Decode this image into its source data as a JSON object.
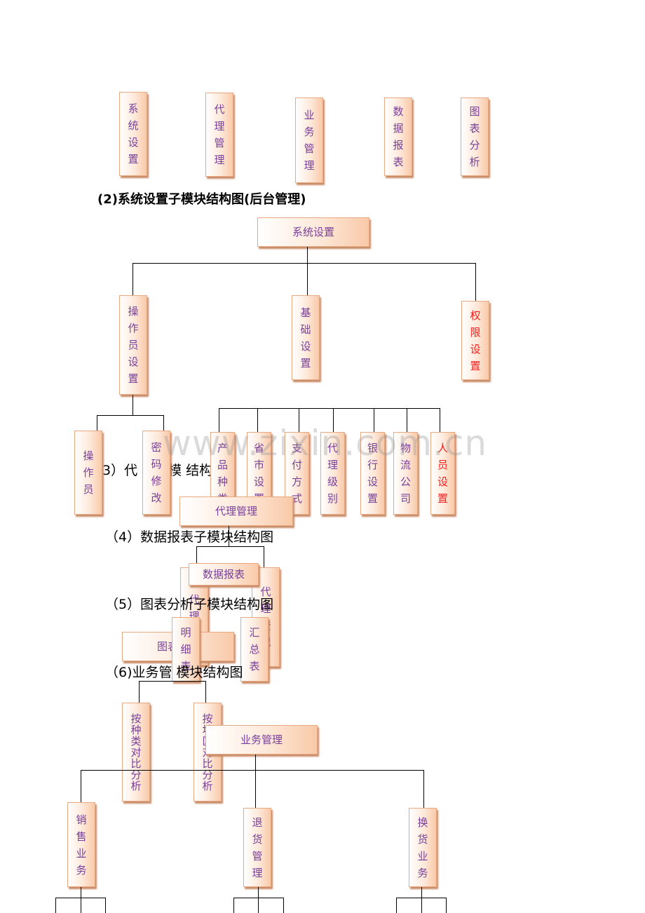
{
  "top_modules": [
    "系\n统\n设\n置",
    "代\n理\n管\n理",
    "业\n务\n管\n理",
    "数\n据\n报\n表",
    "图\n表\n分\n析"
  ],
  "headings": {
    "h2": "(2)系统设置子模块结构图(后台管理)",
    "h3": "3）代    理子模    结构图",
    "h4": "（4）数据报表子模块结构图",
    "h5": "（5）图表分析子模块结构图",
    "h6": "（6)业务管    模块结构图"
  },
  "system": {
    "root": "系统设置",
    "operator": "操\n作\n员\n设\n置",
    "basic": "基\n础\n设\n置",
    "permission": "权\n限\n设\n置",
    "op_children": [
      "操\n作\n员",
      "密\n码\n修\n改"
    ],
    "basic_children": [
      "产\n品\n种\n类",
      "省\n市\n设\n置",
      "支\n付\n方\n式",
      "代\n理\n级\n别",
      "银\n行\n设\n置",
      "物\n流\n公\n司",
      "人\n员\n设\n置"
    ]
  },
  "agent": {
    "root": "代理管理",
    "children": [
      "代\n理\n商",
      "代\n理\n登\n记"
    ]
  },
  "report": {
    "root": "数据报表",
    "children": [
      "明\n细\n表",
      "汇\n总\n表"
    ]
  },
  "chart": {
    "root": "图表分析",
    "children": [
      "按\n种\n类\n对\n比\n分\n析",
      "按\n地\n区\n对\n比\n分\n析"
    ]
  },
  "business": {
    "root": "业务管理",
    "children": [
      "销\n售\n业\n务",
      "退\n货\n管\n理",
      "换\n货\n业\n务"
    ]
  },
  "watermark": "www.zixin.com.cn",
  "colors": {
    "box_text": "#7a3f9a",
    "highlight_text": "#ff1a1a",
    "box_border": "#e8a982"
  }
}
